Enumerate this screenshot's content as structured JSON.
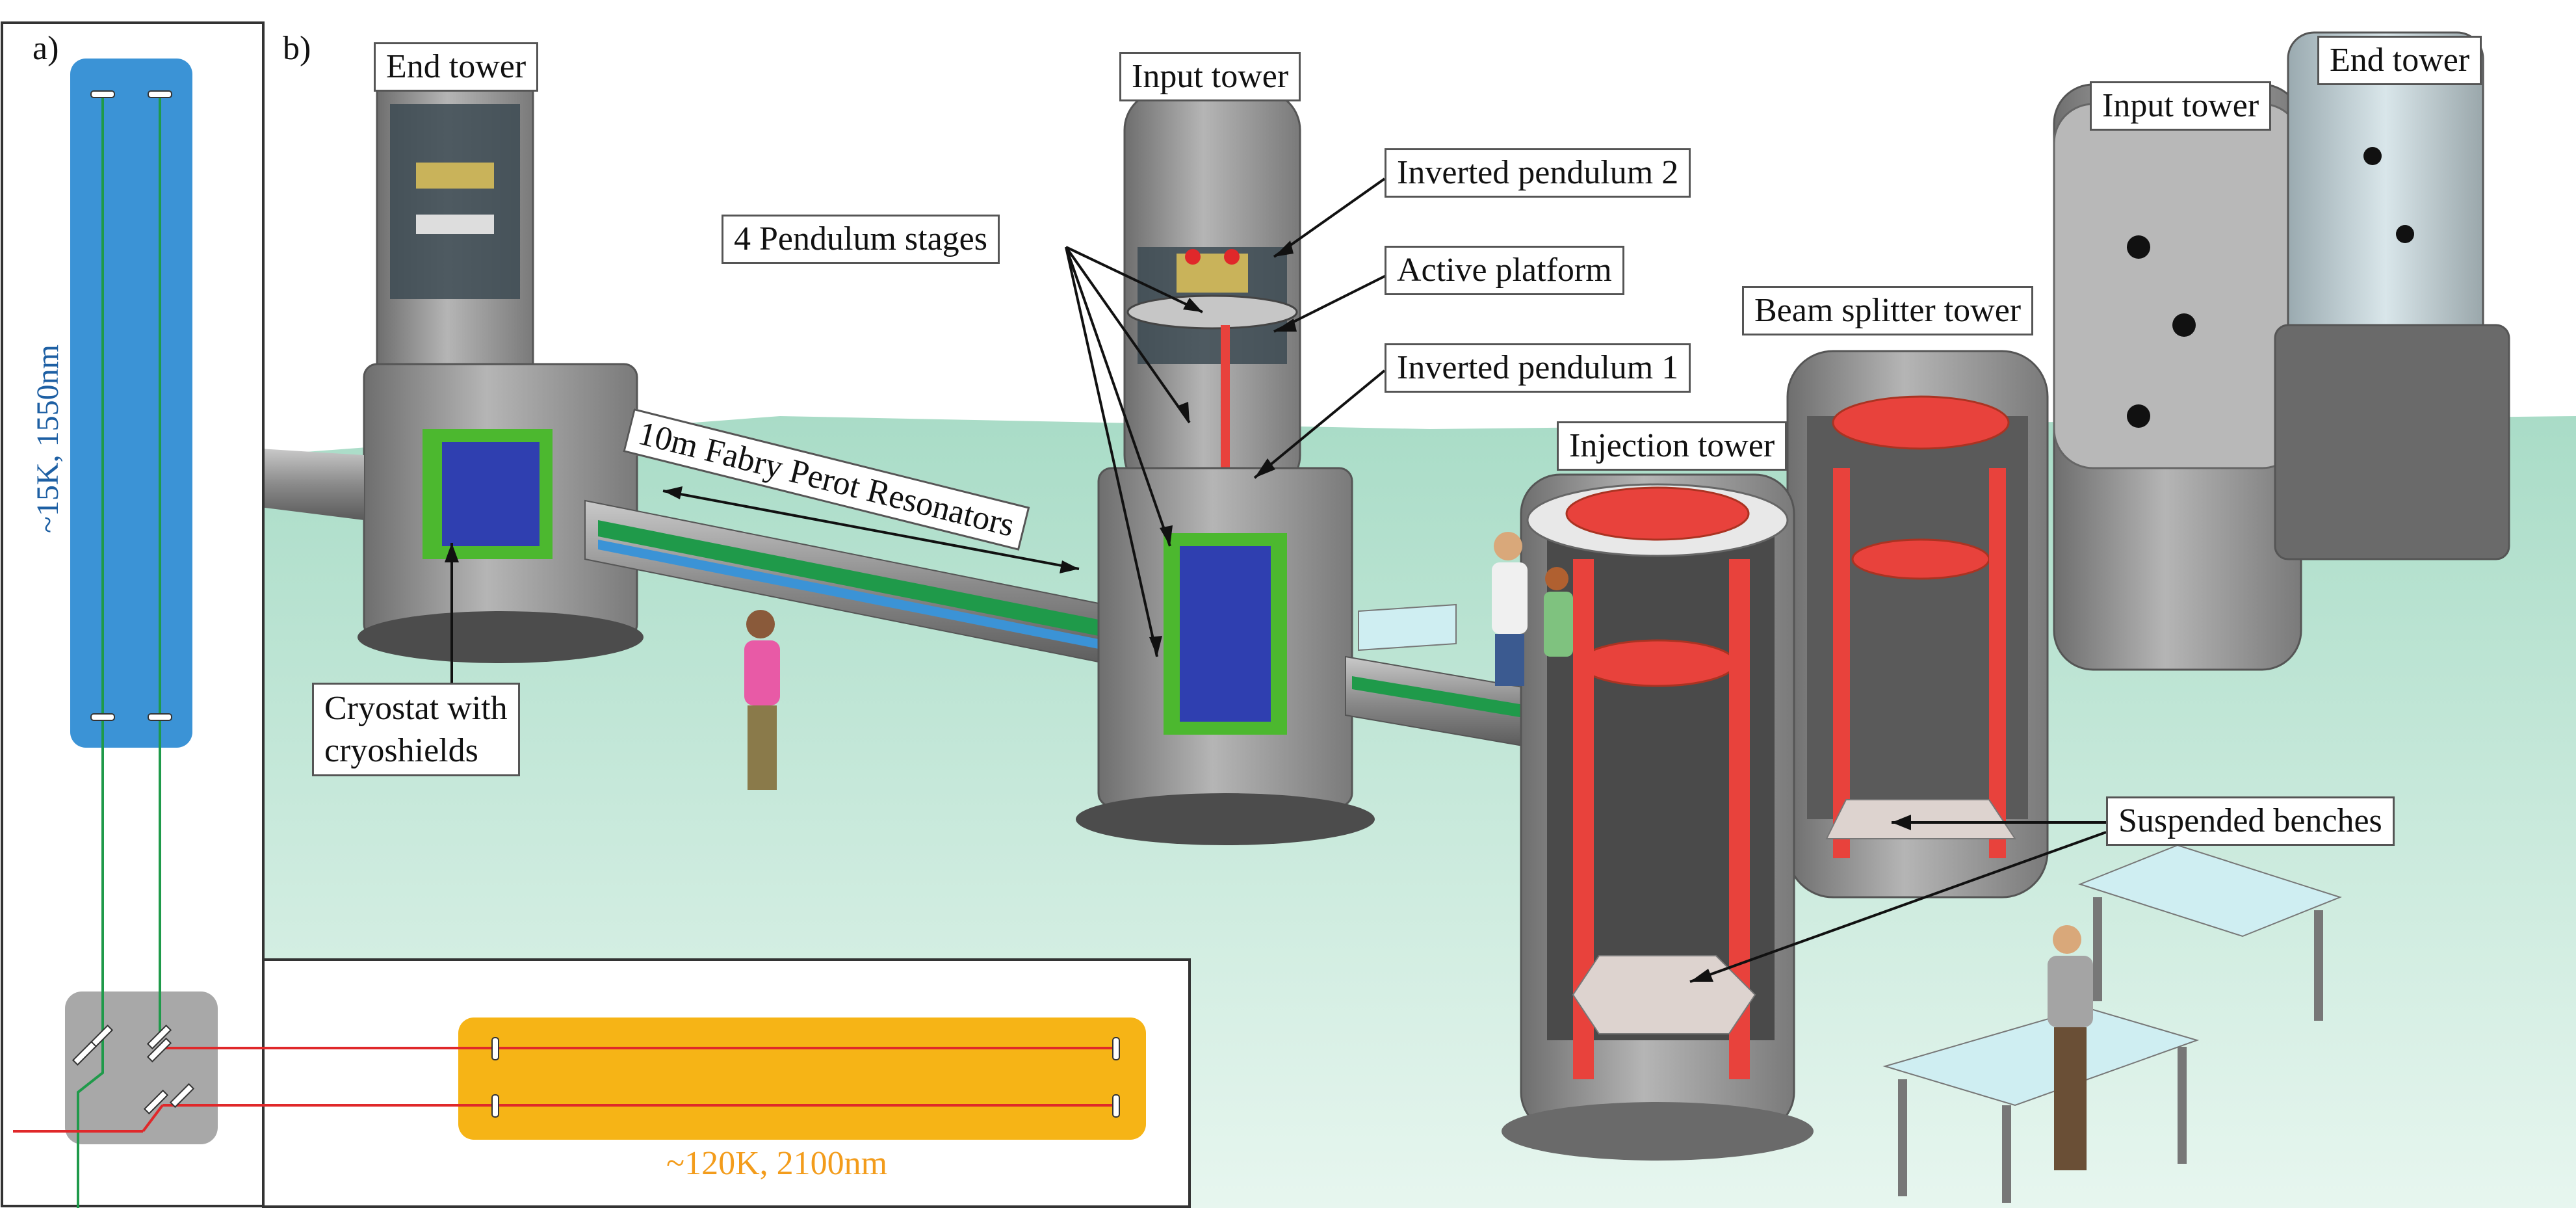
{
  "panels": {
    "a": {
      "letter": "a)",
      "blue_cavity_label": "~15K, 1550nm",
      "orange_cavity_label": "~120K, 2100nm"
    },
    "b": {
      "letter": "b)",
      "labels": {
        "end_tower_left": "End tower",
        "input_tower_center": "Input tower",
        "input_tower_right": "Input tower",
        "end_tower_right": "End tower",
        "inverted_pendulum_2": "Inverted pendulum 2",
        "pendulum_stages": "4 Pendulum stages",
        "active_platform": "Active platform",
        "inverted_pendulum_1": "Inverted pendulum 1",
        "beam_splitter_tower": "Beam splitter tower",
        "injection_tower": "Injection tower",
        "fabry_perot": "10m Fabry Perot Resonators",
        "cryostat_line1": "Cryostat with",
        "cryostat_line2": "cryoshields",
        "suspended_benches": "Suspended benches"
      }
    }
  },
  "colors": {
    "blue_cavity": "#3b93d6",
    "orange_cavity": "#f6b416",
    "green_beam": "#1f9a4a",
    "red_beam": "#e0282a",
    "floor": "#bfe3d4",
    "tower_gray": "#8c8c8c",
    "red_parts": "#e8423c",
    "cryo_green": "#4cb82f"
  }
}
